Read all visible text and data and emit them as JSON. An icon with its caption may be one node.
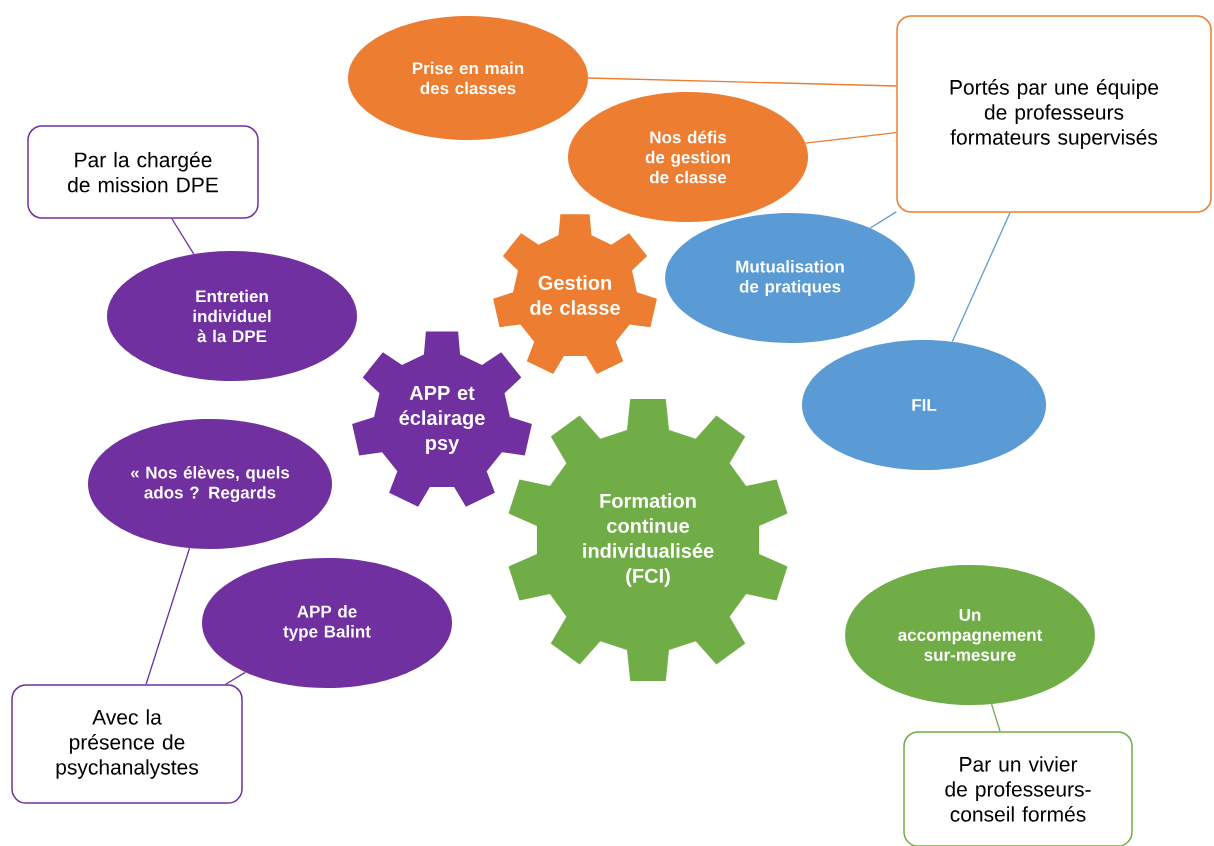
{
  "diagram": {
    "nodes": [
      {
        "text": [
          "Prise en main des classes"
        ]
      },
      {
        "text": [
          "Nos défis de gestion de classe"
        ]
      },
      {
        "text": [
          "Portés par une équipe de professeurs formateurs supervisés"
        ]
      },
      {
        "text": [
          "Par la chargée de mission DPE"
        ]
      },
      {
        "text": [
          "Gestion de classe"
        ]
      },
      {
        "text": [
          "Mutualisation de pratiques"
        ]
      },
      {
        "text": [
          "Entretien individuel à la DPE"
        ]
      },
      {
        "text": [
          "APP et éclairage psy"
        ]
      },
      {
        "text": [
          "FIL"
        ]
      },
      {
        "text": [
          "« Nos élèves, quels ados ? Regards"
        ]
      },
      {
        "text": [
          "Formation continue individualisée (FCI)"
        ]
      },
      {
        "text": [
          "APP de type Balint"
        ]
      },
      {
        "text": [
          "Un accompagnement sur-mesure"
        ]
      },
      {
        "text": [
          "Avec la présence de psychanalystes"
        ]
      },
      {
        "text": [
          "Par un vivier de professeurs- conseil formés"
        ]
      }
    ],
    "edges": [
      {
        "from": 0,
        "to": 2,
        "arrow": "none",
        "color": "#ed7d31"
      },
      {
        "from": 1,
        "to": 2,
        "arrow": "none",
        "color": "#ed7d31"
      },
      {
        "from": 5,
        "to": 2,
        "arrow": "none",
        "color": "#5b9bd5"
      },
      {
        "from": 8,
        "to": 2,
        "arrow": "none",
        "color": "#5b9bd5"
      },
      {
        "from": 3,
        "to": 6,
        "arrow": "none",
        "color": "#7030a0"
      },
      {
        "from": 9,
        "to": 13,
        "arrow": "none",
        "color": "#7030a0"
      },
      {
        "from": 11,
        "to": 13,
        "arrow": "none",
        "color": "#7030a0"
      },
      {
        "from": 12,
        "to": 14,
        "arrow": "none",
        "color": "#70ad47"
      }
    ]
  }
}
